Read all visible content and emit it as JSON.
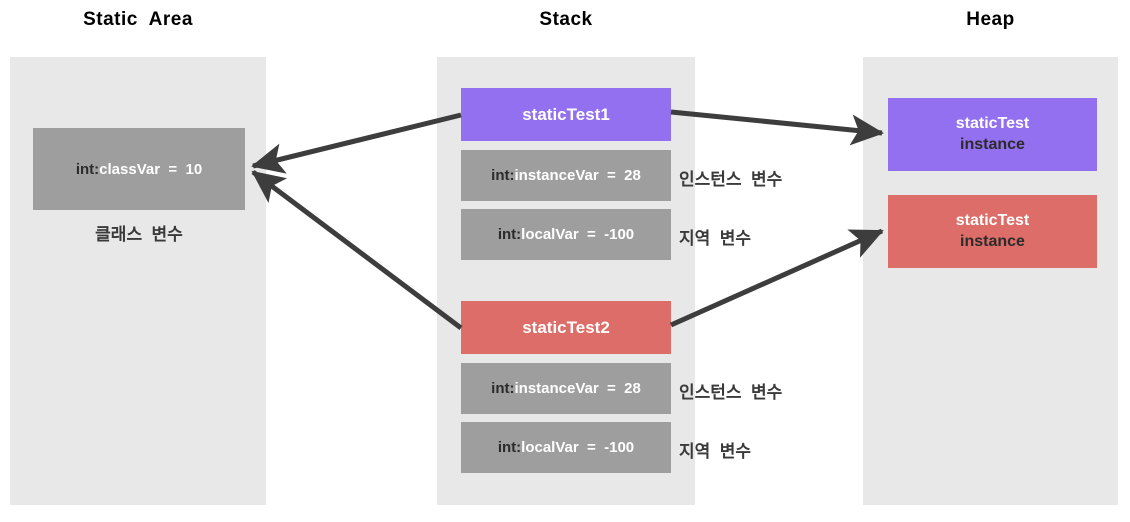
{
  "diagram": {
    "columns": {
      "static_area": {
        "title": "Static  Area",
        "variable_box": {
          "type_prefix": "int:",
          "rest": "classVar  =  10"
        },
        "caption": "클래스  변수"
      },
      "stack": {
        "title": "Stack",
        "frames": [
          {
            "name": "staticTest1",
            "color": "#9370f0",
            "slots": [
              {
                "type_prefix": "int:",
                "rest": "instanceVar  =  28",
                "side_label": "인스턴스  변수"
              },
              {
                "type_prefix": "int:",
                "rest": "localVar  =  -100",
                "side_label": "지역  변수"
              }
            ]
          },
          {
            "name": "staticTest2",
            "color": "#dd6d68",
            "slots": [
              {
                "type_prefix": "int:",
                "rest": "instanceVar  =  28",
                "side_label": "인스턴스  변수"
              },
              {
                "type_prefix": "int:",
                "rest": "localVar  =  -100",
                "side_label": "지역  변수"
              }
            ]
          }
        ]
      },
      "heap": {
        "title": "Heap",
        "objects": [
          {
            "line1": "staticTest",
            "line2": "instance",
            "color": "#9370f0"
          },
          {
            "line1": "staticTest",
            "line2": "instance",
            "color": "#dd6d68"
          }
        ]
      }
    },
    "colors": {
      "panel_background": "#e8e8e8",
      "gray_box": "#9e9e9e",
      "purple_box": "#9370f0",
      "red_box": "#dd6d68",
      "arrow": "#3d3d3d",
      "page_background": "#ffffff"
    },
    "arrows": [
      {
        "name": "statictest1-to-classvar",
        "from": "staticTest1",
        "to": "classVar"
      },
      {
        "name": "statictest2-to-classvar",
        "from": "staticTest2",
        "to": "classVar"
      },
      {
        "name": "statictest1-to-heap-instance-1",
        "from": "staticTest1",
        "to": "heap-object-1"
      },
      {
        "name": "statictest2-to-heap-instance-2",
        "from": "staticTest2",
        "to": "heap-object-2"
      }
    ]
  }
}
